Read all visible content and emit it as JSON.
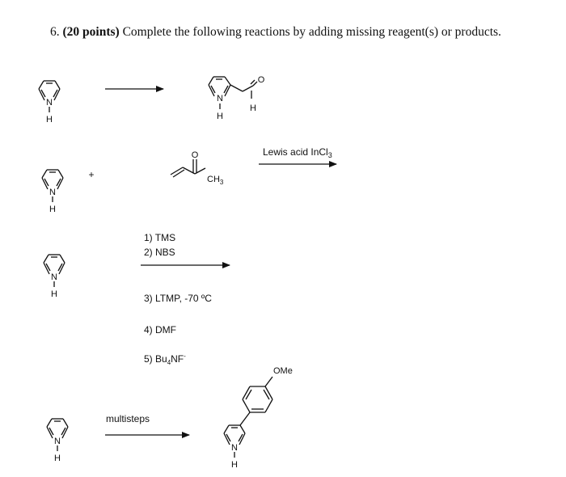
{
  "question": {
    "number": "6.",
    "points": "(20 points)",
    "text": "Complete the following reactions by adding missing reagent(s) or products."
  },
  "atoms": {
    "nitrogen": "N",
    "hydrogen": "H",
    "oxygen": "O",
    "methyl": "CH",
    "methyl_sub": "3",
    "methoxy": "OMe"
  },
  "reaction2": {
    "plus": "+",
    "condition_main": "Lewis acid InCl",
    "condition_sub": "3"
  },
  "reaction3": {
    "step1": "1) TMS",
    "step2": "2) NBS",
    "step3": "3) LTMP, -70 ºC",
    "step4": "4) DMF",
    "step5_main": "5) Bu",
    "step5_sub": "4",
    "step5_rest": "NF",
    "step5_sup": "-"
  },
  "reaction4": {
    "condition": "multisteps"
  }
}
